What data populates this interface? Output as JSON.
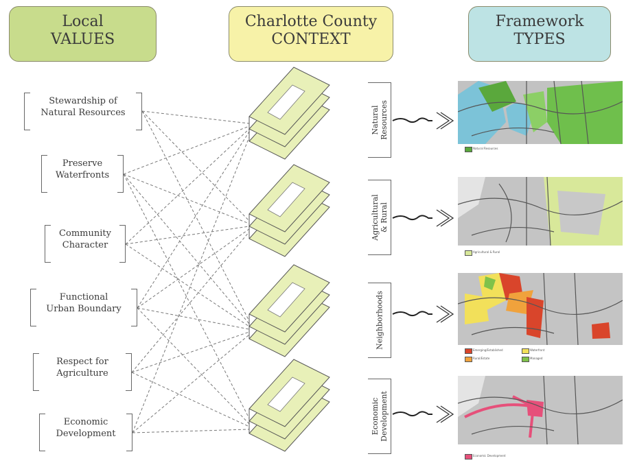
{
  "headers": {
    "local_values": [
      "Local",
      "VALUES"
    ],
    "county_context": [
      "Charlotte County",
      "CONTEXT"
    ],
    "framework_types": [
      "Framework",
      "TYPES"
    ]
  },
  "local_values": [
    [
      "Stewardship of",
      "Natural Resources"
    ],
    [
      "Preserve",
      "Waterfronts"
    ],
    [
      "Community",
      "Character"
    ],
    [
      "Functional",
      "Urban Boundary"
    ],
    [
      "Respect for",
      "Agriculture"
    ],
    [
      "Economic",
      "Development"
    ]
  ],
  "framework_types": [
    [
      "Natural",
      "Resources"
    ],
    [
      "Agricultural",
      "& Rural"
    ],
    [
      "Neighborhoods"
    ],
    [
      "Economic",
      "Development"
    ]
  ],
  "map_legends": [
    [
      {
        "label": "Natural Resources",
        "color": "#5aa83c"
      }
    ],
    [
      {
        "label": "Agricultural & Rural",
        "color": "#d8e89a"
      }
    ],
    [
      {
        "label": "Emerging/Established",
        "color": "#d9452b"
      },
      {
        "label": "Waterfront",
        "color": "#f2e05a"
      },
      {
        "label": "Rural/Estate",
        "color": "#f0a23c"
      },
      {
        "label": "Managed",
        "color": "#7fc24a"
      }
    ],
    [
      {
        "label": "Economic Development",
        "color": "#e6507a"
      }
    ]
  ],
  "colors": {
    "local_values_header": "#c8dc8c",
    "context_header": "#f7f2a8",
    "framework_header": "#bde3e4",
    "layer_fill": "#e8f0b8",
    "water": "#7cc3d8",
    "map_base": "#bfbfbf"
  }
}
